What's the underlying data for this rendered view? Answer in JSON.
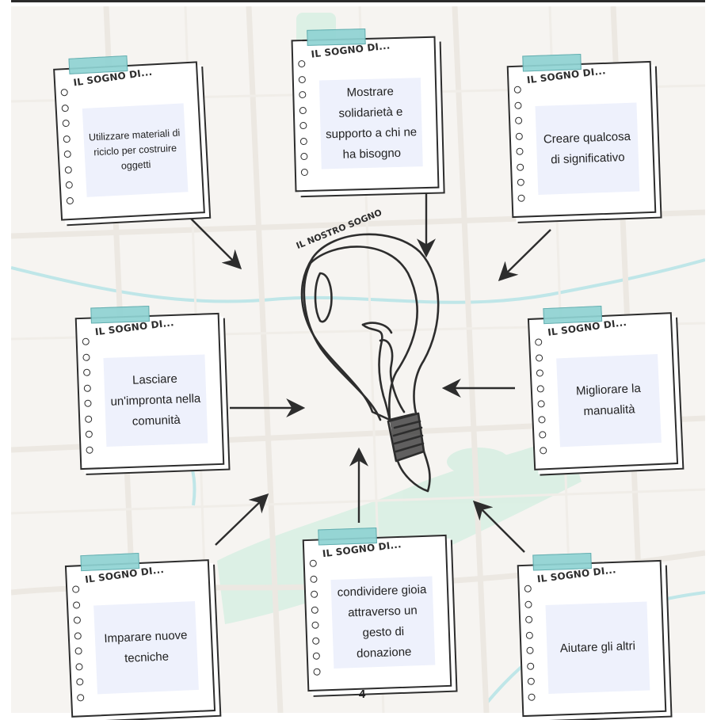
{
  "center": {
    "title": "IL NOSTRO SOGNO",
    "icon": "lightbulb-icon"
  },
  "note_heading": "IL SOGNO DI...",
  "notes": [
    {
      "id": "riciclo",
      "text": "Utilizzare materiali di riciclo per costruire oggetti"
    },
    {
      "id": "solidarieta",
      "text": "Mostrare solidarietà e supporto a chi ne ha bisogno"
    },
    {
      "id": "significativo",
      "text": "Creare qualcosa di significativo"
    },
    {
      "id": "impronta",
      "text": "Lasciare un'impronta nella comunità"
    },
    {
      "id": "manualita",
      "text": "Migliorare la manualità"
    },
    {
      "id": "tecniche",
      "text": "Imparare nuove tecniche"
    },
    {
      "id": "gioia",
      "text": "condividere gioia attraverso un gesto di donazione"
    },
    {
      "id": "aiutare",
      "text": "Aiutare gli altri"
    }
  ],
  "page_number": "4",
  "colors": {
    "tape": "#8fd3d3",
    "note_box": "#eef1fc",
    "map_water": "#bfe6e8",
    "map_park": "#d9efe3",
    "ink": "#2d2d2d"
  }
}
